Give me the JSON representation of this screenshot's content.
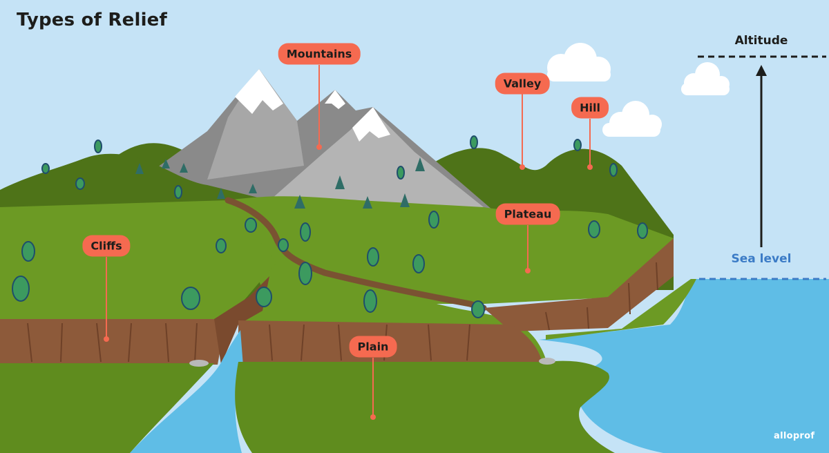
{
  "title": "Types of Relief",
  "colors": {
    "sky": "#c5e3f6",
    "label_fill": "#f56a50",
    "pointer_line": "#f56a50",
    "grass_dark": "#4e7318",
    "grass_light": "#6c9a24",
    "cliff": "#8d5a3a",
    "water": "#5fbde6",
    "sea_level_text": "#3b7bc6"
  },
  "labels": [
    {
      "id": "mountains",
      "text": "Mountains"
    },
    {
      "id": "valley",
      "text": "Valley"
    },
    {
      "id": "hill",
      "text": "Hill"
    },
    {
      "id": "plateau",
      "text": "Plateau"
    },
    {
      "id": "cliffs",
      "text": "Cliffs"
    },
    {
      "id": "plain",
      "text": "Plain"
    }
  ],
  "altitude": {
    "label": "Altitude",
    "sea_level_label": "Sea level"
  },
  "brand": "alloprof"
}
